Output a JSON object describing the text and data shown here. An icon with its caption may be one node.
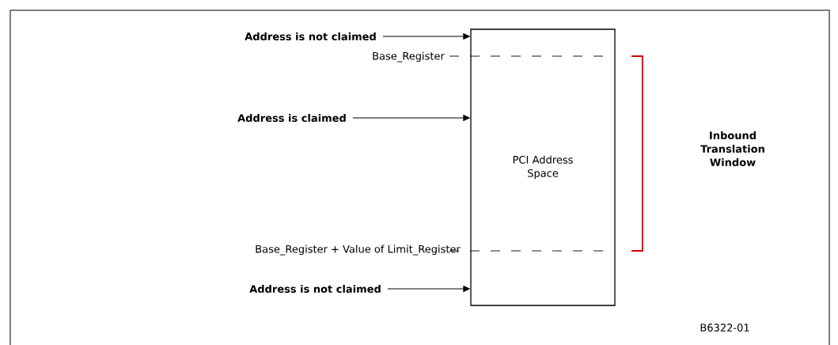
{
  "diagram": {
    "nodes": [
      {
        "text": [
          "Address is not claimed"
        ]
      },
      {
        "text": [
          "Address is claimed"
        ]
      },
      {
        "text": [
          "Address is not claimed"
        ]
      },
      {
        "text": [
          "PCI Address Space"
        ]
      }
    ],
    "edges": [
      {
        "from": 0,
        "to": 3,
        "arrow": "to"
      },
      {
        "from": 1,
        "to": 3,
        "arrow": "to"
      },
      {
        "from": 2,
        "to": 3,
        "arrow": "to"
      }
    ],
    "labels": [
      "Base_Register",
      "Inbound Translation Window",
      "Base_Register + Value of Limit_Register",
      "B6322-01"
    ]
  }
}
